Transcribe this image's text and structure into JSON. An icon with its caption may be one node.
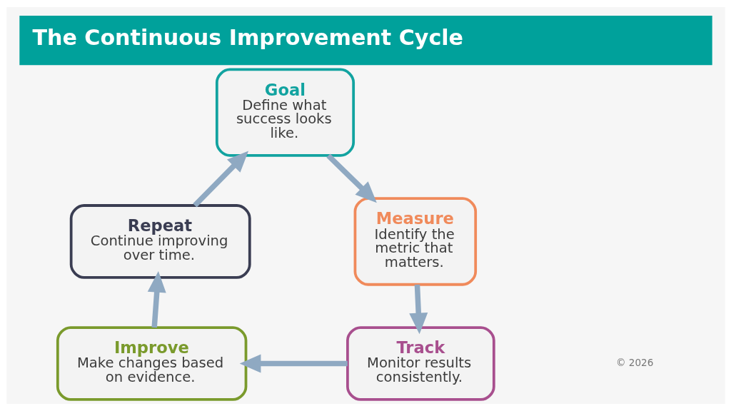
{
  "diagram": {
    "title": "The Continuous Improvement Cycle",
    "nodes": [
      {
        "text": [
          "Goal",
          "Define what success looks like."
        ]
      },
      {
        "text": [
          "Measure",
          "Identify the metric that matters."
        ]
      },
      {
        "text": [
          "Track",
          "Monitor results consistently."
        ]
      },
      {
        "text": [
          "Improve",
          "Make changes based on evidence."
        ]
      },
      {
        "text": [
          "Repeat",
          "Continue improving over time."
        ]
      }
    ],
    "edges": [
      {
        "from": 0,
        "to": 1,
        "arrow": "to"
      },
      {
        "from": 1,
        "to": 2,
        "arrow": "to"
      },
      {
        "from": 2,
        "to": 3,
        "arrow": "to"
      },
      {
        "from": 3,
        "to": 4,
        "arrow": "to"
      },
      {
        "from": 4,
        "to": 0,
        "arrow": "to"
      }
    ],
    "labels": [
      "© 2026"
    ]
  }
}
